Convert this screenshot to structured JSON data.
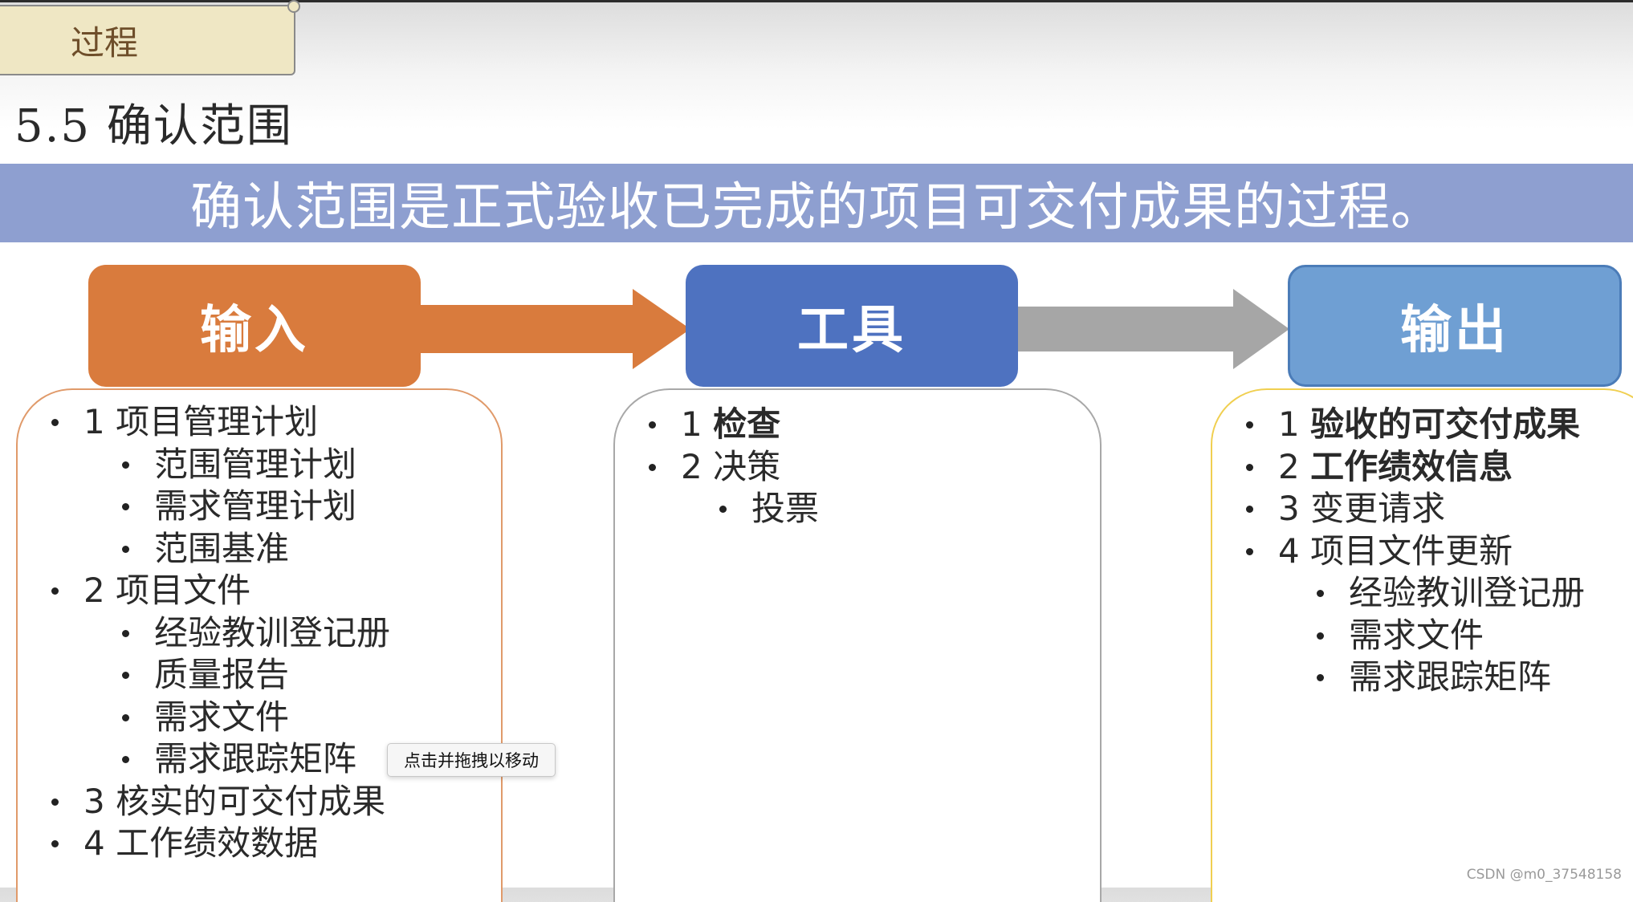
{
  "header": {
    "process_tab": "过程",
    "section_title": "5.5 确认范围"
  },
  "banner": {
    "text": "确认范围是正式验收已完成的项目可交付成果的过程。"
  },
  "colors": {
    "input": "#d97b3d",
    "tools": "#4e72c0",
    "output": "#6f9fd3",
    "banner": "#8e9fd0",
    "arrow_gray": "#a6a6a6"
  },
  "columns": {
    "input": {
      "title": "输入",
      "items": [
        {
          "label": "1 项目管理计划",
          "level": 1
        },
        {
          "label": "范围管理计划",
          "level": 2
        },
        {
          "label": "需求管理计划",
          "level": 2
        },
        {
          "label": "范围基准",
          "level": 2
        },
        {
          "label": "2 项目文件",
          "level": 1
        },
        {
          "label": "经验教训登记册",
          "level": 2
        },
        {
          "label": "质量报告",
          "level": 2
        },
        {
          "label": "需求文件",
          "level": 2
        },
        {
          "label": "需求跟踪矩阵",
          "level": 2
        },
        {
          "label": "3 核实的可交付成果",
          "level": 1
        },
        {
          "label": "4 工作绩效数据",
          "level": 1
        }
      ]
    },
    "tools": {
      "title": "工具",
      "items": [
        {
          "num": "1",
          "text": "检查"
        },
        {
          "num": "2",
          "text": "决策"
        },
        {
          "sub": "投票"
        }
      ]
    },
    "output": {
      "title": "输出",
      "items": [
        {
          "num": "1",
          "text": "验收的可交付成果"
        },
        {
          "num": "2",
          "text": "工作绩效信息"
        },
        {
          "label": "3 变更请求",
          "level": 1
        },
        {
          "label": "4 项目文件更新",
          "level": 1
        },
        {
          "label": "经验教训登记册",
          "level": 2
        },
        {
          "label": "需求文件",
          "level": 2
        },
        {
          "label": "需求跟踪矩阵",
          "level": 2
        }
      ]
    }
  },
  "tooltip": {
    "text": "点击并拖拽以移动"
  },
  "watermark": {
    "text": "CSDN @m0_37548158"
  }
}
